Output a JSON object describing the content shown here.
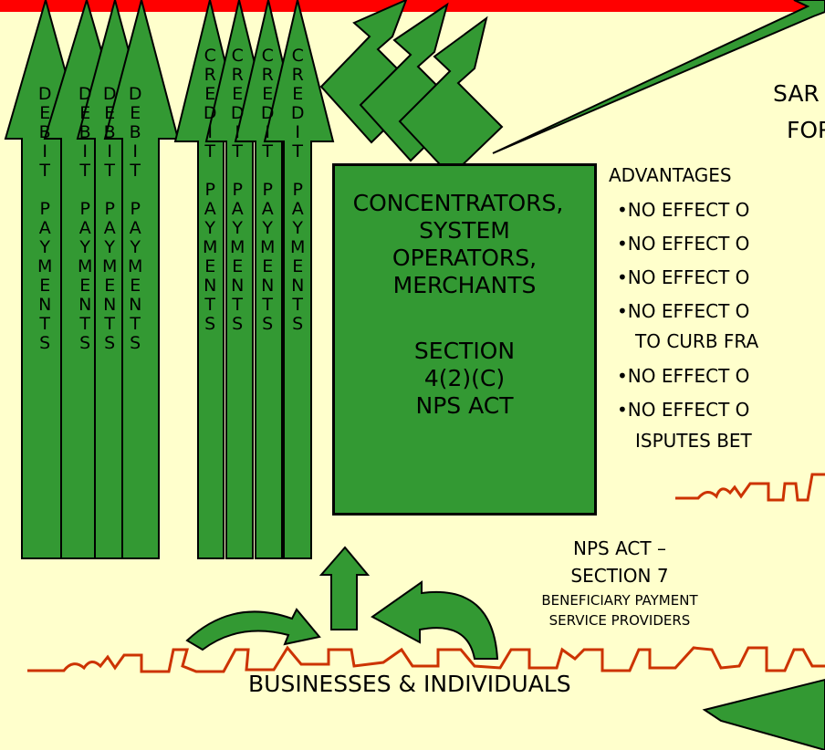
{
  "colors": {
    "background": "#ffffcc",
    "top_bar": "#ff0000",
    "arrow_fill": "#339933",
    "box_fill": "#339933",
    "skyline": "#cc3300"
  },
  "debit_arrows": {
    "letters": [
      "D",
      "E",
      "B",
      "I",
      "T",
      " ",
      "P",
      "A",
      "Y",
      "M",
      "E",
      "N",
      "T",
      "S"
    ],
    "count": 4,
    "label": "DEBIT PAYMENTS"
  },
  "credit_arrows": {
    "letters": [
      "C",
      "R",
      "E",
      "D",
      "I",
      "T",
      " ",
      "P",
      "A",
      "Y",
      "M",
      "E",
      "N",
      "T",
      "S"
    ],
    "count": 4,
    "label": "CREDIT PAYMENTS"
  },
  "center_box": {
    "line1": "CONCENTRATORS,",
    "line2": "SYSTEM",
    "line3": "OPERATORS,",
    "line4": "MERCHANTS",
    "line5": "SECTION",
    "line6": "4(2)(C)",
    "line7": "NPS ACT"
  },
  "right_panel": {
    "title1": "SAR",
    "title2": "FOR",
    "advantages": "ADVANTAGES",
    "bullets": [
      "•NO EFFECT O",
      "•NO EFFECT O",
      "•NO EFFECT O",
      "•NO EFFECT O",
      "TO CURB FRA",
      "•NO EFFECT O",
      "•NO EFFECT O",
      "ISPUTES BET"
    ]
  },
  "nps_section": {
    "line1": "NPS ACT –",
    "line2": "SECTION 7",
    "line3": "BENEFICIARY PAYMENT",
    "line4": "SERVICE PROVIDERS"
  },
  "footer": {
    "label": "BUSINESSES & INDIVIDUALS"
  }
}
